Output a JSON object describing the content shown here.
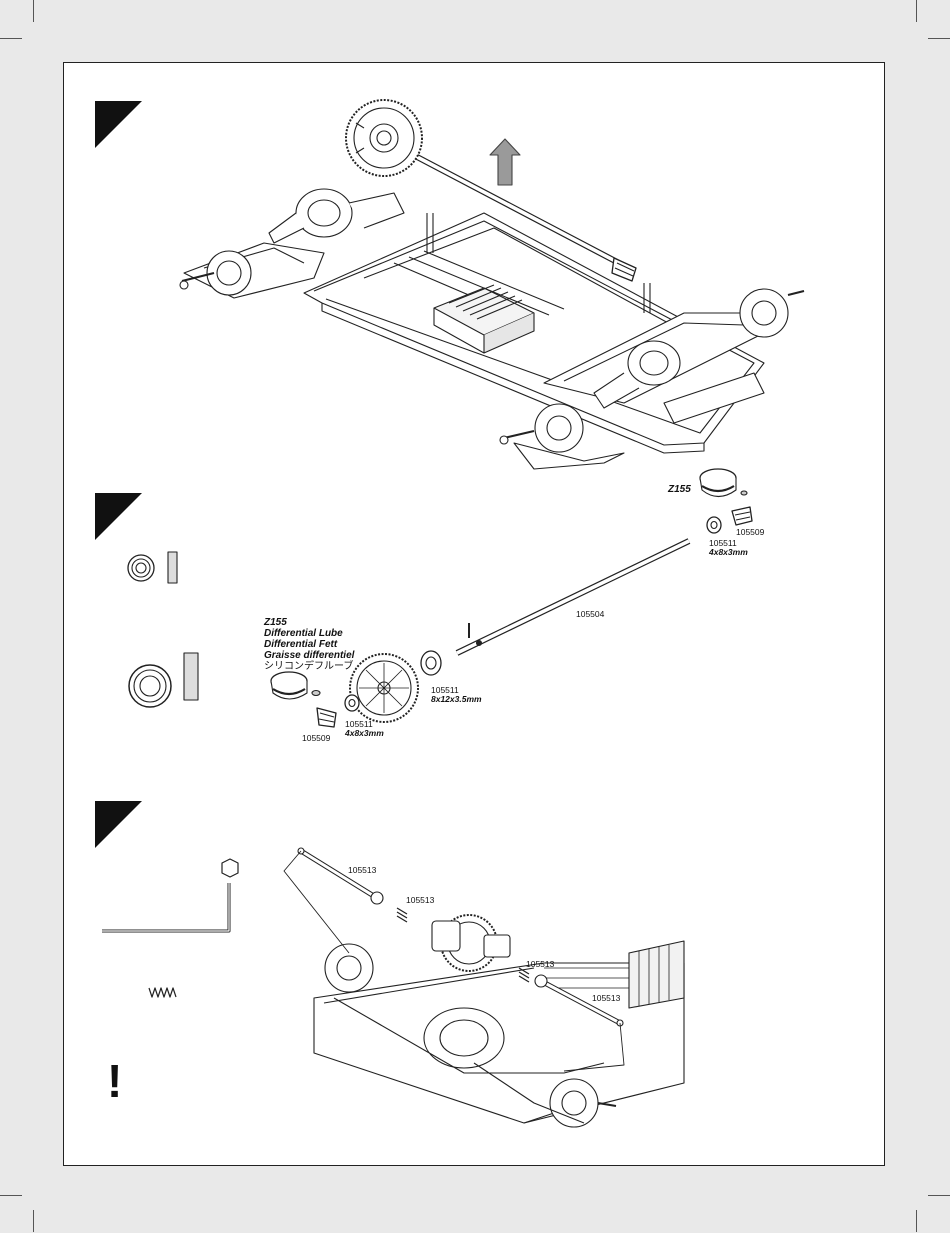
{
  "steps": [
    {
      "id": "step-1"
    },
    {
      "id": "step-2"
    },
    {
      "id": "step-3"
    }
  ],
  "step2": {
    "top_lube": "Z155",
    "pinion_top_part": "105509",
    "bearing_top_part": "105511",
    "bearing_top_size": "4x8x3mm",
    "shaft_part": "105504",
    "lube_title": "Z155",
    "lube_en": "Differential Lube",
    "lube_de": "Differential Fett",
    "lube_fr": "Graisse differentiel",
    "lube_jp": "シリコンデフルーブ",
    "bearing_large_part": "105511",
    "bearing_large_size": "8x12x3.5mm",
    "bearing_small_part": "105511",
    "bearing_small_size": "4x8x3mm",
    "pinion_bottom_part": "105509"
  },
  "step3": {
    "shaft_a_part": "105513",
    "setscrew_a_part": "105513",
    "setscrew_b_part": "105513",
    "shaft_b_part": "105513",
    "warning_glyph": "!"
  },
  "colors": {
    "page_bg": "#ffffff",
    "margin_bg": "#e9e9e9",
    "line": "#222222",
    "step_marker": "#111111"
  }
}
